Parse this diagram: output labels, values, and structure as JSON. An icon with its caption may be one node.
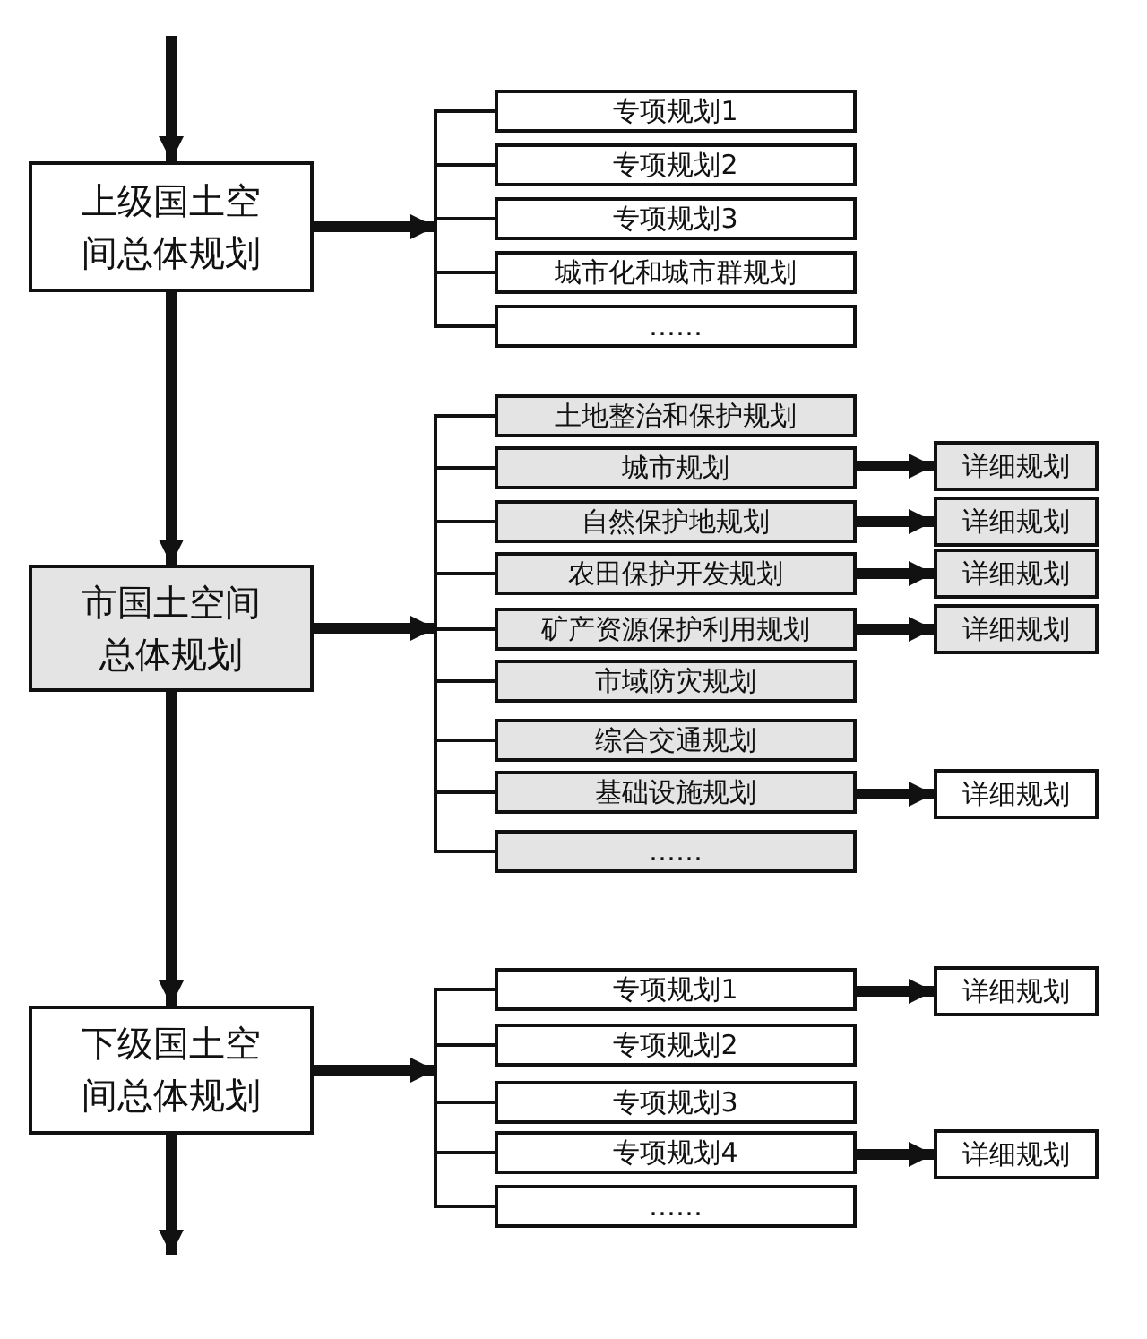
{
  "diagram": {
    "nodes": [
      {
        "text": [
          "上级国土空间总体规划"
        ]
      },
      {
        "text": [
          "专项规划1"
        ]
      },
      {
        "text": [
          "专项规划2"
        ]
      },
      {
        "text": [
          "专项规划3"
        ]
      },
      {
        "text": [
          "城市化和城市群规划"
        ]
      },
      {
        "text": [
          "……"
        ]
      },
      {
        "text": [
          "市国土空间总体规划"
        ]
      },
      {
        "text": [
          "土地整治和保护规划"
        ]
      },
      {
        "text": [
          "城市规划"
        ]
      },
      {
        "text": [
          "详细规划"
        ]
      },
      {
        "text": [
          "自然保护地规划"
        ]
      },
      {
        "text": [
          "详细规划"
        ]
      },
      {
        "text": [
          "农田保护开发规划"
        ]
      },
      {
        "text": [
          "详细规划"
        ]
      },
      {
        "text": [
          "矿产资源保护利用规划"
        ]
      },
      {
        "text": [
          "详细规划"
        ]
      },
      {
        "text": [
          "市域防灾规划"
        ]
      },
      {
        "text": [
          "综合交通规划"
        ]
      },
      {
        "text": [
          "基础设施规划"
        ]
      },
      {
        "text": [
          "详细规划"
        ]
      },
      {
        "text": [
          "……"
        ]
      },
      {
        "text": [
          "下级国土空间总体规划"
        ]
      },
      {
        "text": [
          "专项规划1"
        ]
      },
      {
        "text": [
          "详细规划"
        ]
      },
      {
        "text": [
          "专项规划2"
        ]
      },
      {
        "text": [
          "专项规划3"
        ]
      },
      {
        "text": [
          "专项规划4"
        ]
      },
      {
        "text": [
          "详细规划"
        ]
      },
      {
        "text": [
          "……"
        ]
      }
    ],
    "edges": [
      {
        "from": null,
        "to": 0,
        "arrow": "to",
        "style": "thick"
      },
      {
        "from": 0,
        "to": 1,
        "arrow": "none"
      },
      {
        "from": 0,
        "to": 2,
        "arrow": "none"
      },
      {
        "from": 0,
        "to": 3,
        "arrow": "none"
      },
      {
        "from": 0,
        "to": 4,
        "arrow": "none"
      },
      {
        "from": 0,
        "to": 5,
        "arrow": "none"
      },
      {
        "from": 0,
        "to": 6,
        "arrow": "to",
        "style": "thick"
      },
      {
        "from": 6,
        "to": 7,
        "arrow": "none"
      },
      {
        "from": 6,
        "to": 8,
        "arrow": "none"
      },
      {
        "from": 6,
        "to": 10,
        "arrow": "none"
      },
      {
        "from": 6,
        "to": 12,
        "arrow": "none"
      },
      {
        "from": 6,
        "to": 14,
        "arrow": "none"
      },
      {
        "from": 6,
        "to": 16,
        "arrow": "none"
      },
      {
        "from": 6,
        "to": 17,
        "arrow": "none"
      },
      {
        "from": 6,
        "to": 18,
        "arrow": "none"
      },
      {
        "from": 6,
        "to": 20,
        "arrow": "none"
      },
      {
        "from": 8,
        "to": 9,
        "arrow": "to",
        "style": "thick"
      },
      {
        "from": 10,
        "to": 11,
        "arrow": "to",
        "style": "thick"
      },
      {
        "from": 12,
        "to": 13,
        "arrow": "to",
        "style": "thick"
      },
      {
        "from": 14,
        "to": 15,
        "arrow": "to",
        "style": "thick"
      },
      {
        "from": 18,
        "to": 19,
        "arrow": "to",
        "style": "thick"
      },
      {
        "from": 6,
        "to": 21,
        "arrow": "to",
        "style": "thick"
      },
      {
        "from": 21,
        "to": 22,
        "arrow": "none"
      },
      {
        "from": 21,
        "to": 24,
        "arrow": "none"
      },
      {
        "from": 21,
        "to": 25,
        "arrow": "none"
      },
      {
        "from": 21,
        "to": 26,
        "arrow": "none"
      },
      {
        "from": 21,
        "to": 28,
        "arrow": "none"
      },
      {
        "from": 22,
        "to": 23,
        "arrow": "to",
        "style": "thick"
      },
      {
        "from": 26,
        "to": 27,
        "arrow": "to",
        "style": "thick"
      },
      {
        "from": 21,
        "to": null,
        "arrow": "to",
        "style": "thick"
      }
    ]
  }
}
